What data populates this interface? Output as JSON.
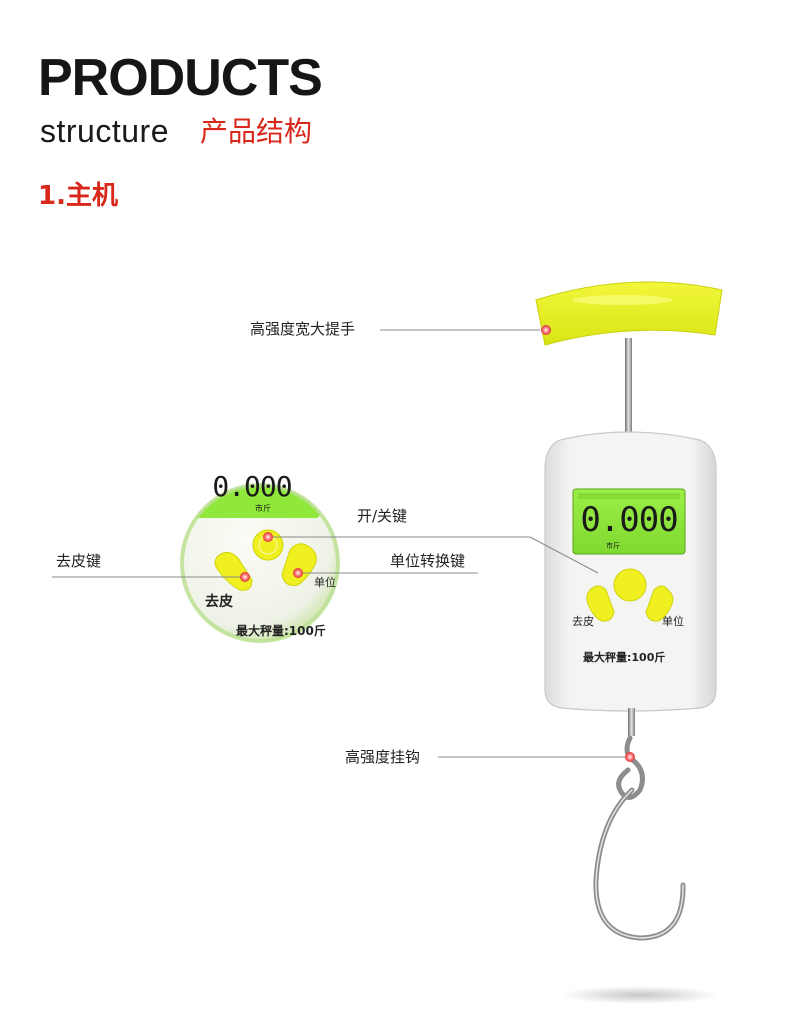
{
  "header": {
    "title": "PRODUCTS",
    "subtitle_en": "structure",
    "subtitle_cn": "产品结构"
  },
  "section": {
    "heading": "1.主机"
  },
  "callouts": {
    "handle": "高强度宽大提手",
    "power_key": "开/关键",
    "tare_key": "去皮键",
    "unit_key": "单位转换键",
    "hook": "高强度挂钩"
  },
  "device": {
    "display_value": "0.000",
    "display_unit": "市斤",
    "tare_label": "去皮",
    "unit_label": "单位",
    "capacity": "最大秤量:100斤"
  },
  "zoom": {
    "display_value": "0.000",
    "display_unit": "市斤",
    "tare_label": "去皮",
    "unit_label": "单位",
    "capacity": "最大秤量:100斤"
  },
  "colors": {
    "accent_red": "#d8271b",
    "handle_yellow": "#e9f222",
    "lcd_green": "#8fe83a",
    "body_white": "#f1f1ef"
  }
}
